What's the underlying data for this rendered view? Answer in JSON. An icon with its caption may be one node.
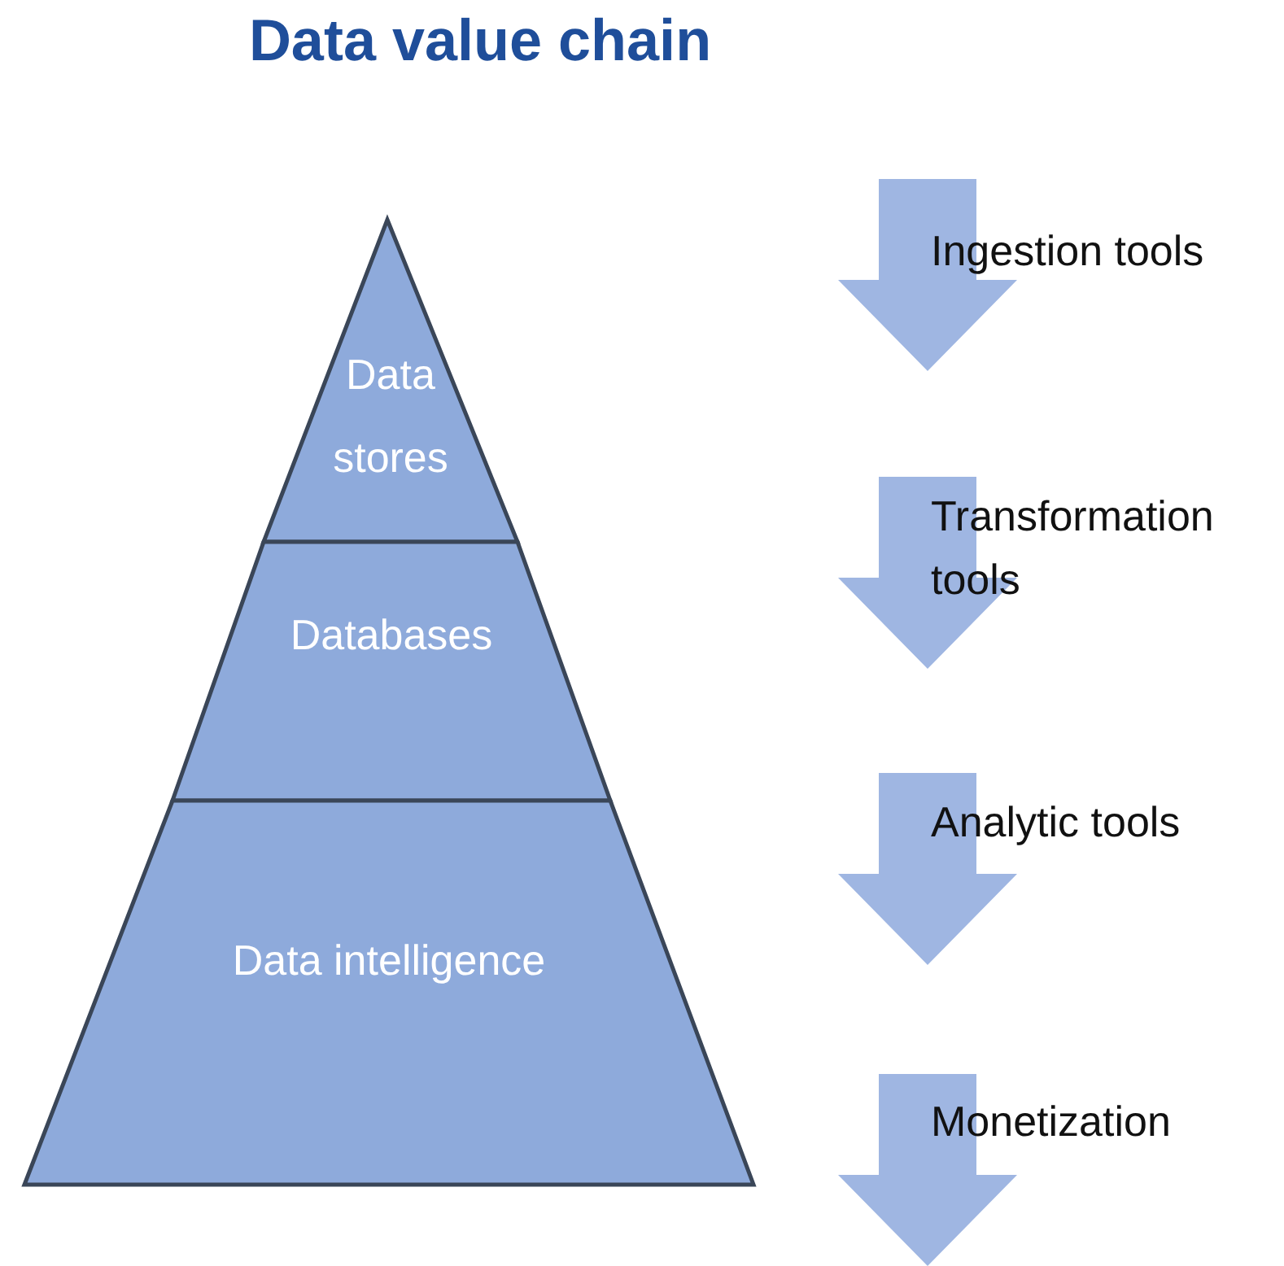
{
  "diagram": {
    "title": "Data value chain",
    "nodes": [
      {
        "text": [
          "Data stores"
        ]
      },
      {
        "text": [
          "Databases"
        ]
      },
      {
        "text": [
          "Data intelligence"
        ]
      },
      {
        "text": [
          "Ingestion tools"
        ]
      },
      {
        "text": [
          "Transformation tools"
        ]
      },
      {
        "text": [
          "Analytic tools"
        ]
      },
      {
        "text": [
          "Monetization"
        ]
      }
    ]
  }
}
